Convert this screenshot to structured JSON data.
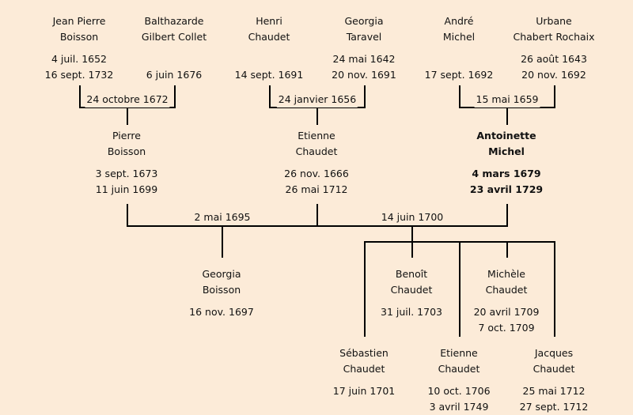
{
  "people": {
    "jean_pierre": {
      "first": "Jean Pierre",
      "last": "Boisson",
      "birth": "4 juil. 1652",
      "death": "16 sept. 1732"
    },
    "balthazarde": {
      "first": "Balthazarde",
      "last": "Gilbert Collet",
      "birth": "",
      "death": "6 juin 1676"
    },
    "henri": {
      "first": "Henri",
      "last": "Chaudet",
      "birth": "",
      "death": "14 sept. 1691"
    },
    "georgia_t": {
      "first": "Georgia",
      "last": "Taravel",
      "birth": "24 mai 1642",
      "death": "20 nov. 1691"
    },
    "andre": {
      "first": "André",
      "last": "Michel",
      "birth": "",
      "death": "17 sept. 1692"
    },
    "urbane": {
      "first": "Urbane",
      "last": "Chabert Rochaix",
      "birth": "26 août 1643",
      "death": "20 nov. 1692"
    },
    "pierre": {
      "first": "Pierre",
      "last": "Boisson",
      "birth": "3 sept. 1673",
      "death": "11 juin 1699"
    },
    "etienne_p": {
      "first": "Etienne",
      "last": "Chaudet",
      "birth": "26 nov. 1666",
      "death": "26 mai 1712"
    },
    "antoinette": {
      "first": "Antoinette",
      "last": "Michel",
      "birth": "4 mars 1679",
      "death": "23 avril 1729"
    },
    "georgia_b": {
      "first": "Georgia",
      "last": "Boisson",
      "birth": "16 nov. 1697"
    },
    "benoit": {
      "first": "Benoît",
      "last": "Chaudet",
      "birth": "31 juil. 1703"
    },
    "michele": {
      "first": "Michèle",
      "last": "Chaudet",
      "birth": "20 avril 1709",
      "death": "7 oct. 1709"
    },
    "sebastien": {
      "first": "Sébastien",
      "last": "Chaudet",
      "birth": "17 juin 1701"
    },
    "etienne_c": {
      "first": "Etienne",
      "last": "Chaudet",
      "birth": "10 oct. 1706",
      "death": "3 avril 1749"
    },
    "jacques": {
      "first": "Jacques",
      "last": "Chaudet",
      "birth": "25 mai 1712",
      "death": "27 sept. 1712"
    }
  },
  "marriages": {
    "boisson_collet": "24 octobre 1672",
    "chaudet_taravel": "24 janvier 1656",
    "michel_rochaix": "15 mai 1659",
    "boisson_michel": "2 mai 1695",
    "chaudet_michel": "14 juin 1700"
  }
}
